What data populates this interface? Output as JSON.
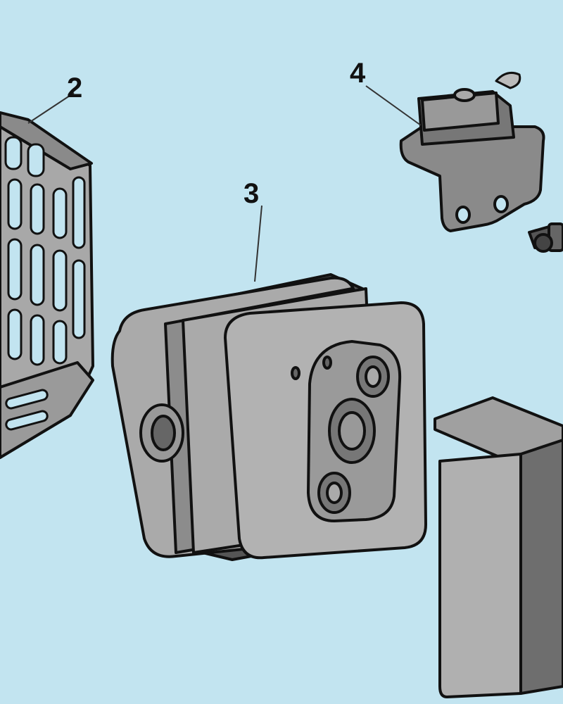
{
  "callouts": {
    "part2": "2",
    "part3": "3",
    "part4": "4"
  },
  "colors": {
    "background": "#c2e4f0",
    "part_fill": "#aaaaaa",
    "part_dark": "#555555",
    "outline": "#111111"
  }
}
